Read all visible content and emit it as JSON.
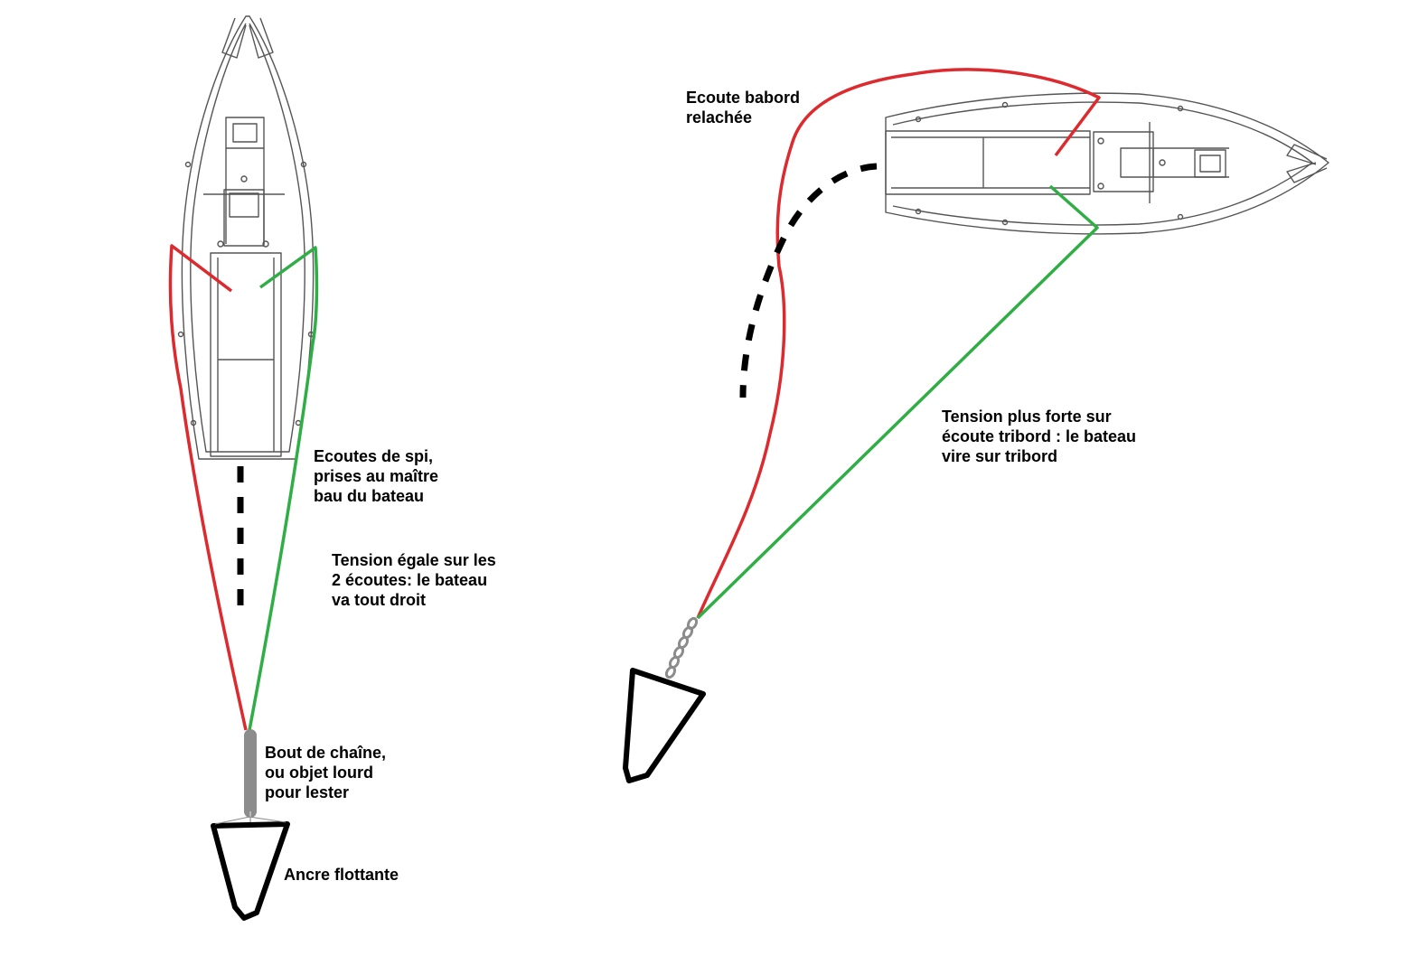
{
  "colors": {
    "port_sheet": "#dd2a2f",
    "starboard_sheet": "#2fae45",
    "hull_outline": "#555555",
    "anchor": "#000000",
    "chain": "#8c8c8c",
    "wake": "#000000"
  },
  "labels": {
    "sheets_at_beam": [
      "Ecoutes de spi,",
      "prises au maître",
      "bau du bateau"
    ],
    "equal_tension": [
      "Tension égale sur les",
      "2 écoutes: le bateau",
      "va tout droit"
    ],
    "chain_weight": [
      "Bout de chaîne,",
      "ou objet lourd",
      "pour lester"
    ],
    "sea_anchor": [
      "Ancre flottante"
    ],
    "port_slack": [
      "Ecoute babord",
      "relachée"
    ],
    "starboard_tension": [
      "Tension plus forte sur",
      "écoute tribord : le bateau",
      "vire sur tribord"
    ]
  }
}
